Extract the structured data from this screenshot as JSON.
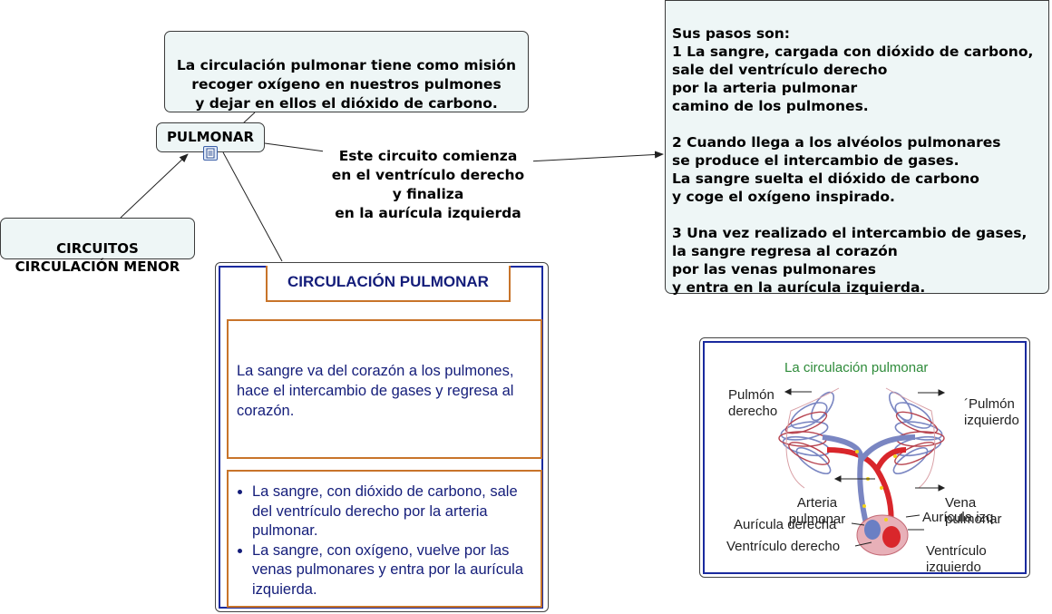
{
  "nodes": {
    "mission": {
      "text": "La circulación pulmonar tiene como misión\nrecoger oxígeno en nuestros pulmones\ny dejar en ellos el dióxido de carbono."
    },
    "pulmonar": {
      "text": "PULMONAR",
      "note_icon": "note-icon"
    },
    "circuitos": {
      "text": "CIRCUITOS\nCIRCULACIÓN MENOR"
    },
    "circuit_label": {
      "text": "Este circuito comienza\nen el ventrículo derecho\ny finaliza\nen la aurícula izquierda"
    },
    "steps": {
      "text": "Sus pasos son:\n1 La sangre, cargada con dióxido de carbono,\n sale del ventrículo derecho\npor la arteria pulmonar\n camino de los pulmones.\n\n2 Cuando llega a los alvéolos pulmonares\nse produce el intercambio de gases.\n La sangre suelta el dióxido de carbono\ny coge el oxígeno inspirado.\n\n3 Una vez realizado el intercambio de gases,\n la sangre regresa al corazón\npor las venas pulmonares\ny entra en la aurícula izquierda."
    }
  },
  "card": {
    "title": "CIRCULACIÓN PULMONAR",
    "summary": "La sangre va del corazón a los pulmones, hace el intercambio de gases y regresa al corazón.",
    "bullets": [
      "La sangre, con dióxido de carbono, sale del ventrículo derecho por la arteria pulmonar.",
      "La sangre, con oxígeno, vuelve por las venas pulmonares y entra por la aurícula izquierda."
    ]
  },
  "figure": {
    "title": "La circulación pulmonar",
    "labels": {
      "pulmon_derecho": "Pulmón\nderecho",
      "pulmon_izquierdo": "´Pulmón\nizquierdo",
      "arteria": "Arteria\npulmonar",
      "vena": "Vena\npulmonar",
      "auricula_derecha": "Aurícula derecha",
      "auricula_izq": "Aurícula izq.",
      "ventriculo_izq": "Ventrículo\nizquierdo",
      "ventriculo_derecho": "Ventrículo derecho"
    },
    "colors": {
      "title": "#2e8b3a",
      "artery": "#d9262b",
      "vein": "#7a86c2",
      "lung_lobes": "#b7434f"
    }
  }
}
